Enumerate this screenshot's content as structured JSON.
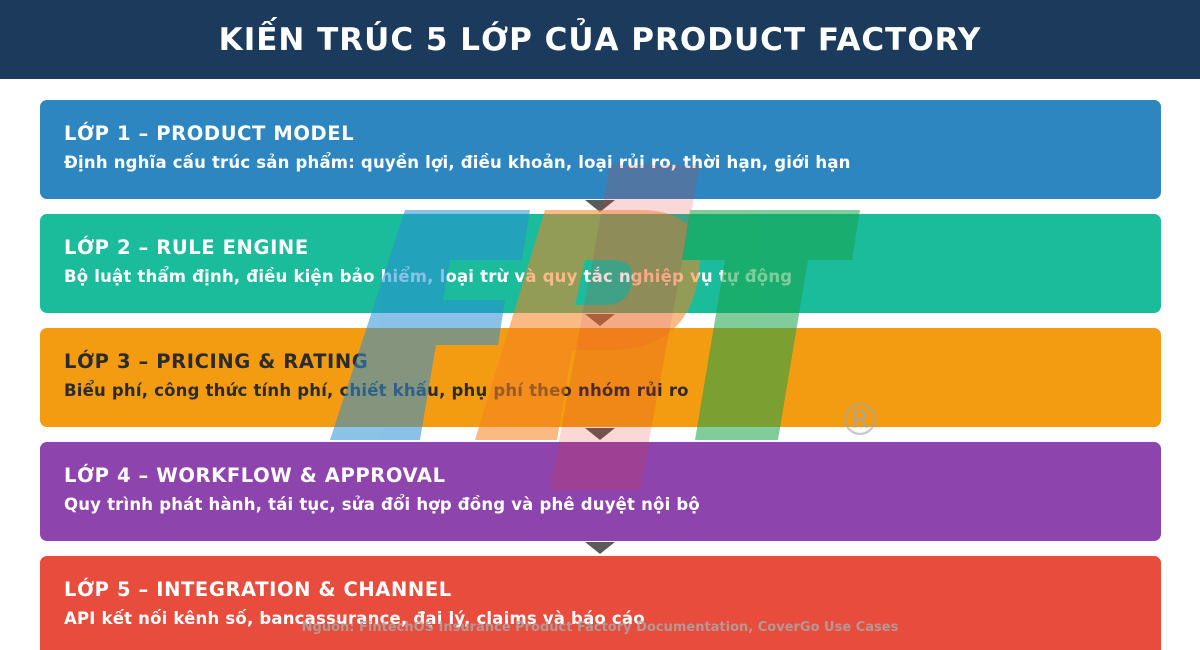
{
  "header": {
    "title": "KIẾN TRÚC 5 LỚP CỦA PRODUCT FACTORY"
  },
  "layers": [
    {
      "title": "LỚP 1 – PRODUCT MODEL",
      "description": "Định nghĩa cấu trúc sản phẩm: quyền lợi, điều khoản, loại rủi ro, thời hạn, giới hạn",
      "color": "#2e86c1"
    },
    {
      "title": "LỚP 2 – RULE ENGINE",
      "description": "Bộ luật thẩm định, điều kiện bảo hiểm, loại trừ và quy tắc nghiệp vụ tự động",
      "color": "#1abc9c"
    },
    {
      "title": "LỚP 3 – PRICING & RATING",
      "description": "Biểu phí, công thức tính phí, chiết khấu, phụ phí theo nhóm rủi ro",
      "color": "#f39c12"
    },
    {
      "title": "LỚP 4 – WORKFLOW & APPROVAL",
      "description": "Quy trình phát hành, tái tục, sửa đổi hợp đồng và phê duyệt nội bộ",
      "color": "#8e44ad"
    },
    {
      "title": "LỚP 5 – INTEGRATION & CHANNEL",
      "description": "API kết nối kênh số, bancassurance, đại lý, claims và báo cáo",
      "color": "#e74c3c"
    }
  ],
  "arrow_color": "#5a5a5a",
  "source_note": "Nguồn: FintechOS Insurance Product Factory Documentation, CoverGo Use Cases",
  "watermark": {
    "text": "FPT",
    "mark": "®"
  }
}
